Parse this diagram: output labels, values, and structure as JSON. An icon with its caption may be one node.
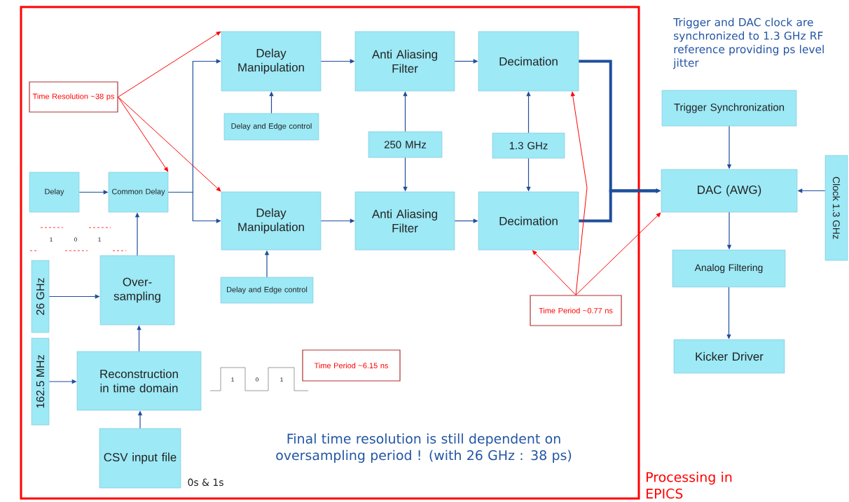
{
  "diagram": {
    "nodes": [
      {
        "text": [
          "Time Resolution ~38 ps"
        ]
      },
      {
        "text": [
          "Delay Manipulation"
        ]
      },
      {
        "text": [
          "Anti Aliasing Filter"
        ]
      },
      {
        "text": [
          "Decimation"
        ]
      },
      {
        "text": [
          "Delay and Edge control"
        ]
      },
      {
        "text": [
          "250 MHz"
        ]
      },
      {
        "text": [
          "1.3 GHz"
        ]
      },
      {
        "text": [
          "Delay"
        ]
      },
      {
        "text": [
          "Common Delay"
        ]
      },
      {
        "text": [
          "Delay Manipulation"
        ]
      },
      {
        "text": [
          "Anti Aliasing Filter"
        ]
      },
      {
        "text": [
          "Decimation"
        ]
      },
      {
        "text": [
          "Delay and Edge control"
        ]
      },
      {
        "text": [
          "Time Period ~0.77 ns"
        ]
      },
      {
        "text": [
          "26 GHz"
        ]
      },
      {
        "text": [
          "Over-sampling"
        ]
      },
      {
        "text": [
          "162.5 MHz"
        ]
      },
      {
        "text": [
          "Reconstruction in time domain"
        ]
      },
      {
        "text": [
          "Time Period ~6.15 ns"
        ]
      },
      {
        "text": [
          "CSV input file"
        ],
        "beside": [
          "0s & 1s"
        ]
      },
      {
        "text": [
          "Trigger Synchronization"
        ]
      },
      {
        "text": [
          "DAC (AWG)"
        ]
      },
      {
        "text": [
          "Clock 1.3 GHz"
        ]
      },
      {
        "text": [
          "Analog Filtering"
        ]
      },
      {
        "text": [
          "Kicker Driver"
        ]
      }
    ],
    "edges": [
      {
        "from": 0,
        "to": 1,
        "arrow": "to",
        "color": "#ff0000"
      },
      {
        "from": 0,
        "to": 8,
        "arrow": "to",
        "color": "#ff0000"
      },
      {
        "from": 0,
        "to": 9,
        "arrow": "to",
        "color": "#ff0000"
      },
      {
        "from": 7,
        "to": 8,
        "arrow": "to"
      },
      {
        "from": 8,
        "to": 1,
        "arrow": "to"
      },
      {
        "from": 8,
        "to": 9,
        "arrow": "to"
      },
      {
        "from": 1,
        "to": 2,
        "arrow": "to"
      },
      {
        "from": 2,
        "to": 3,
        "arrow": "to"
      },
      {
        "from": 9,
        "to": 10,
        "arrow": "to"
      },
      {
        "from": 10,
        "to": 11,
        "arrow": "to"
      },
      {
        "from": 4,
        "to": 1,
        "arrow": "to"
      },
      {
        "from": 12,
        "to": 9,
        "arrow": "to"
      },
      {
        "from": 5,
        "to": 2,
        "arrow": "to"
      },
      {
        "from": 5,
        "to": 10,
        "arrow": "to"
      },
      {
        "from": 6,
        "to": 3,
        "arrow": "to"
      },
      {
        "from": 6,
        "to": 11,
        "arrow": "to"
      },
      {
        "from": 3,
        "to": 21,
        "arrow": "to",
        "style": "thick"
      },
      {
        "from": 11,
        "to": 21,
        "arrow": "to",
        "style": "thick"
      },
      {
        "from": 13,
        "to": 3,
        "arrow": "to",
        "color": "#ff0000"
      },
      {
        "from": 13,
        "to": 11,
        "arrow": "to",
        "color": "#ff0000"
      },
      {
        "from": 13,
        "to": 21,
        "arrow": "to",
        "color": "#ff0000"
      },
      {
        "from": 14,
        "to": 15,
        "arrow": "to"
      },
      {
        "from": 15,
        "to": 8,
        "arrow": "to"
      },
      {
        "from": 16,
        "to": 17,
        "arrow": "to"
      },
      {
        "from": 17,
        "to": 15,
        "arrow": "to"
      },
      {
        "from": 19,
        "to": 17,
        "arrow": "to"
      },
      {
        "from": 20,
        "to": 21,
        "arrow": "to"
      },
      {
        "from": 22,
        "to": 21,
        "arrow": "to"
      },
      {
        "from": 21,
        "to": 23,
        "arrow": "to"
      },
      {
        "from": 23,
        "to": 24,
        "arrow": "to"
      }
    ],
    "labels": [
      "1",
      "0",
      "1",
      "1",
      "0",
      "1",
      "Final time resolution is still dependent on oversampling period ! (with 26 GHz : 38 ps)",
      "Trigger and DAC clock are synchronized to 1.3 GHz RF reference providing ps level jitter",
      "Processing in EPICS"
    ]
  }
}
